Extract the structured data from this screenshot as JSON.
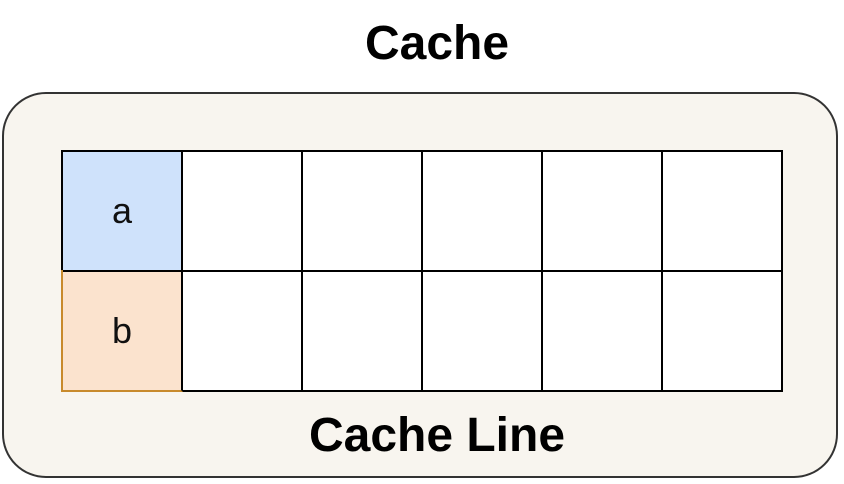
{
  "title": "Cache",
  "cache_line_label": "Cache Line",
  "rows": [
    {
      "cells": [
        "a",
        "",
        "",
        "",
        "",
        ""
      ]
    },
    {
      "cells": [
        "b",
        "",
        "",
        "",
        "",
        ""
      ]
    }
  ],
  "colors": {
    "cell_a": "#cfe2fb",
    "cell_b": "#fbe3ce",
    "cache_background": "#f8f5ef"
  }
}
